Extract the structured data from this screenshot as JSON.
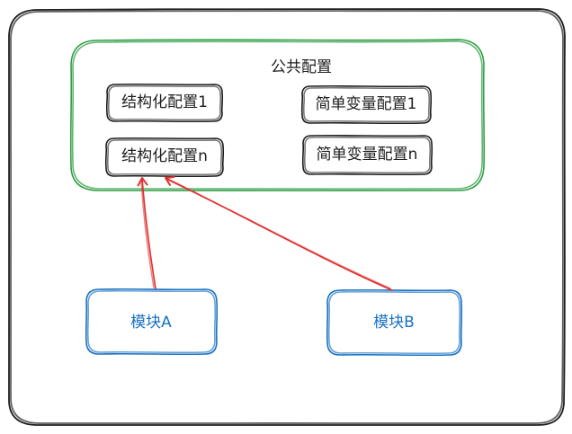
{
  "diagram": {
    "common_group": {
      "label": "公共配置",
      "color": "#2f9e44"
    },
    "config_items": [
      {
        "id": "struct1",
        "label": "结构化配置1"
      },
      {
        "id": "simple1",
        "label": "简单变量配置1"
      },
      {
        "id": "structn",
        "label": "结构化配置n"
      },
      {
        "id": "simplen",
        "label": "简单变量配置n"
      }
    ],
    "modules": [
      {
        "id": "moduleA",
        "label": "模块A",
        "color": "#1971c2"
      },
      {
        "id": "moduleB",
        "label": "模块B",
        "color": "#1971c2"
      }
    ],
    "edges": [
      {
        "from": "moduleA",
        "to": "structn",
        "color": "#e03131"
      },
      {
        "from": "moduleB",
        "to": "structn",
        "color": "#e03131"
      }
    ],
    "stroke_color": "#1e1e1e"
  }
}
